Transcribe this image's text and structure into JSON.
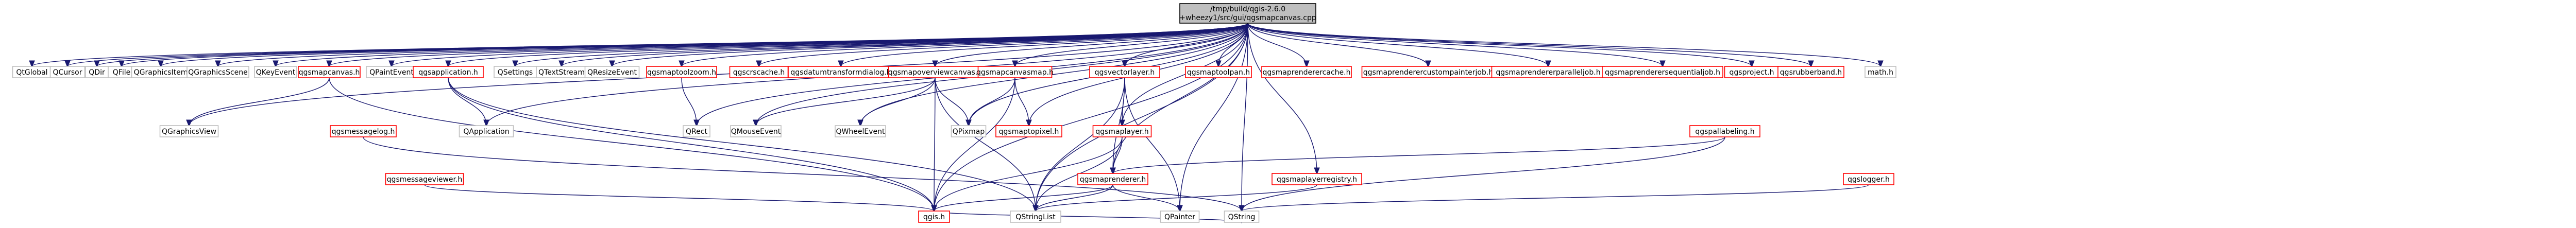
{
  "colors": {
    "edge": "#191970",
    "normal_border": "#bfbfbf",
    "red_border": "#ff0000",
    "text": "#000000",
    "root_fill": "#bfbfbf",
    "root_border": "#000000"
  },
  "root": {
    "path_line": "/tmp/build/qgis-2.6.0",
    "file_line": "+wheezy1/src/gui/qgsmapcanvas.cpp"
  },
  "nodes": {
    "qglobal": "QtGlobal",
    "qcursor": "QCursor",
    "qdir": "QDir",
    "qfile": "QFile",
    "qgraphicsitem": "QGraphicsItem",
    "qgraphicsscene": "QGraphicsScene",
    "qkeyevent": "QKeyEvent",
    "qgsmapcanvas_h": "qgsmapcanvas.h",
    "qgraphicsview": "QGraphicsView",
    "qpaintevent": "QPaintEvent",
    "qgsapplication_h": "qgsapplication.h",
    "qapplication": "QApplication",
    "qsettings": "QSettings",
    "qtextstream": "QTextStream",
    "qresizeevent": "QResizeEvent",
    "qgsmaptoolzoom_h": "qgsmaptoolzoom.h",
    "qrect": "QRect",
    "qgscrscache_h": "qgscrscache.h",
    "qgsdatumtransformdialog_h": "qgsdatumtransformdialog.h",
    "qgsmapoverviewcanvas_h": "qgsmapoverviewcanvas.h",
    "qmouseevent": "QMouseEvent",
    "qgsmapcanvasmap_h": "qgsmapcanvasmap.h",
    "qpixmap": "QPixmap",
    "qgsmaptopixel_h": "qgsmaptopixel.h",
    "qgsvectorlayer_h": "qgsvectorlayer.h",
    "qgsmaplayer_h": "qgsmaplayer.h",
    "qgsmaprenderer_h": "qgsmaprenderer.h",
    "qgsmaptoolpan_h": "qgsmaptoolpan.h",
    "qgsmaprenderercache_h": "qgsmaprenderercache.h",
    "qgsmaprenderercustompainterjob_h": "qgsmaprenderercustompainterjob.h",
    "qgsmaprendererparalleljob_h": "qgsmaprendererparalleljob.h",
    "qgsmaprenderersequentialjob_h": "qgsmaprenderersequentialjob.h",
    "qgspallabeling_h": "qgspallabeling.h",
    "qgsproject_h": "qgsproject.h",
    "qgsrubberband_h": "qgsrubberband.h",
    "math_h": "math.h",
    "qgsmessagelog_h": "qgsmessagelog.h",
    "qgsmessageviewer_h": "qgsmessageviewer.h",
    "qwheelevent": "QWheelEvent",
    "qgsmaplayerregistry_h": "qgsmaplayerregistry.h",
    "qgis_h": "qgis.h",
    "qstringlist": "QStringList",
    "qpainter": "QPainter",
    "qgslogger_h": "qgslogger.h",
    "qstring": "QString"
  }
}
